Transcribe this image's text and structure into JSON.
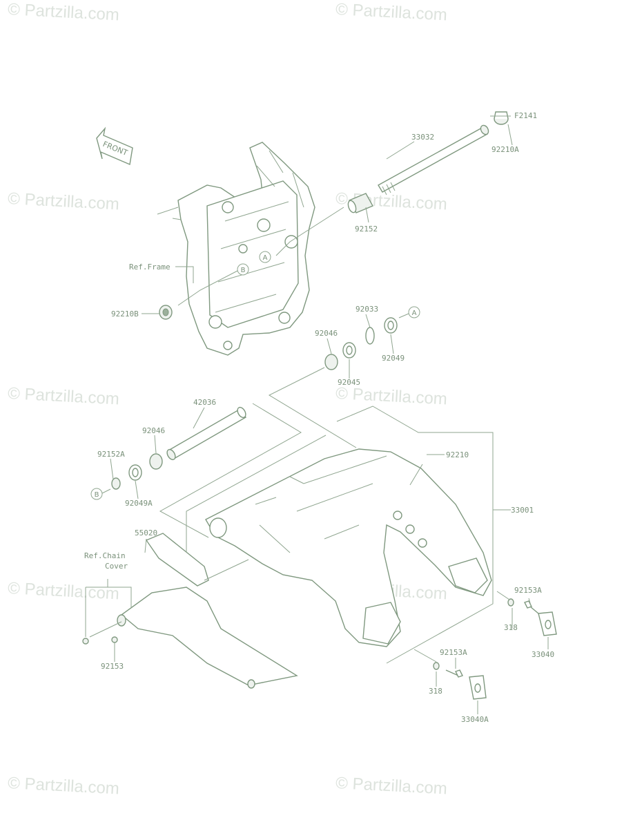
{
  "watermark": "© Partzilla.com",
  "front_arrow": "FRONT",
  "figure_code": "F2141",
  "refs": {
    "frame": "Ref.Frame",
    "chain_cover_1": "Ref.Chain",
    "chain_cover_2": "Cover"
  },
  "markers": {
    "a": "A",
    "b": "B"
  },
  "parts": {
    "p33032": "33032",
    "p92210A": "92210A",
    "p92152": "92152",
    "p92210B": "92210B",
    "p92033": "92033",
    "p92045_upper": "92046",
    "p92049": "92049",
    "p92045": "92045",
    "p42036": "42036",
    "p92046": "92046",
    "p92152A": "92152A",
    "p92049A": "92049A",
    "p92210": "92210",
    "p33001": "33001",
    "p55020": "55020",
    "p92153A_1": "92153A",
    "p318_1": "318",
    "p33040": "33040",
    "p92153A_2": "92153A",
    "p318_2": "318",
    "p33040A": "33040A",
    "p92153": "92153"
  }
}
